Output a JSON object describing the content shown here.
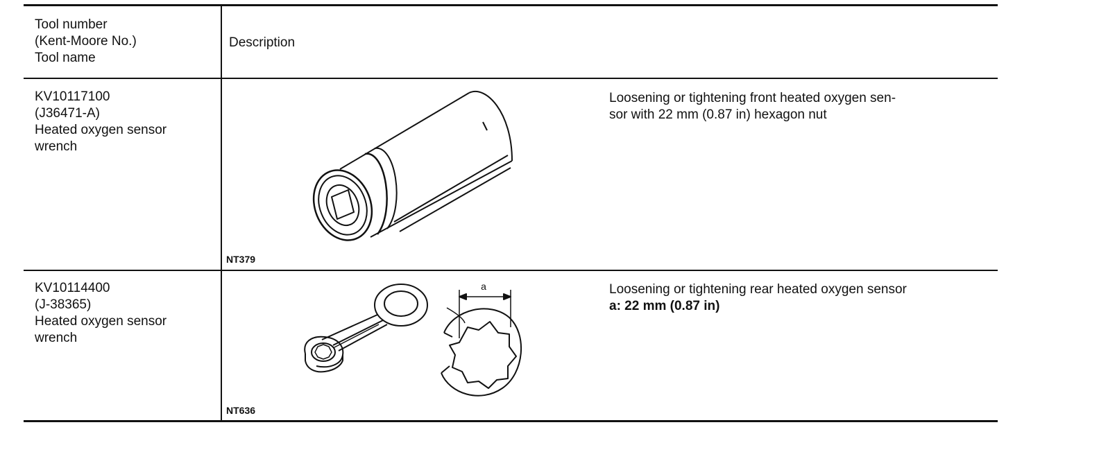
{
  "header": {
    "tool_col": [
      "Tool number",
      "(Kent-Moore No.)",
      "Tool name"
    ],
    "desc_col": "Description"
  },
  "rows": [
    {
      "tool_number": "KV10117100",
      "kent_moore": "(J36471-A)",
      "tool_name": [
        "Heated oxygen sensor",
        "wrench"
      ],
      "figure_code": "NT379",
      "description": [
        "Loosening or tightening front heated oxygen sen-",
        "sor with 22 mm (0.87 in) hexagon nut"
      ]
    },
    {
      "tool_number": "KV10114400",
      "kent_moore": "(J-38365)",
      "tool_name": [
        "Heated oxygen sensor",
        "wrench"
      ],
      "figure_code": "NT636",
      "description": [
        "Loosening or tightening rear heated oxygen sensor"
      ],
      "spec": "a: 22 mm (0.87 in)",
      "dimension_label": "a"
    }
  ]
}
